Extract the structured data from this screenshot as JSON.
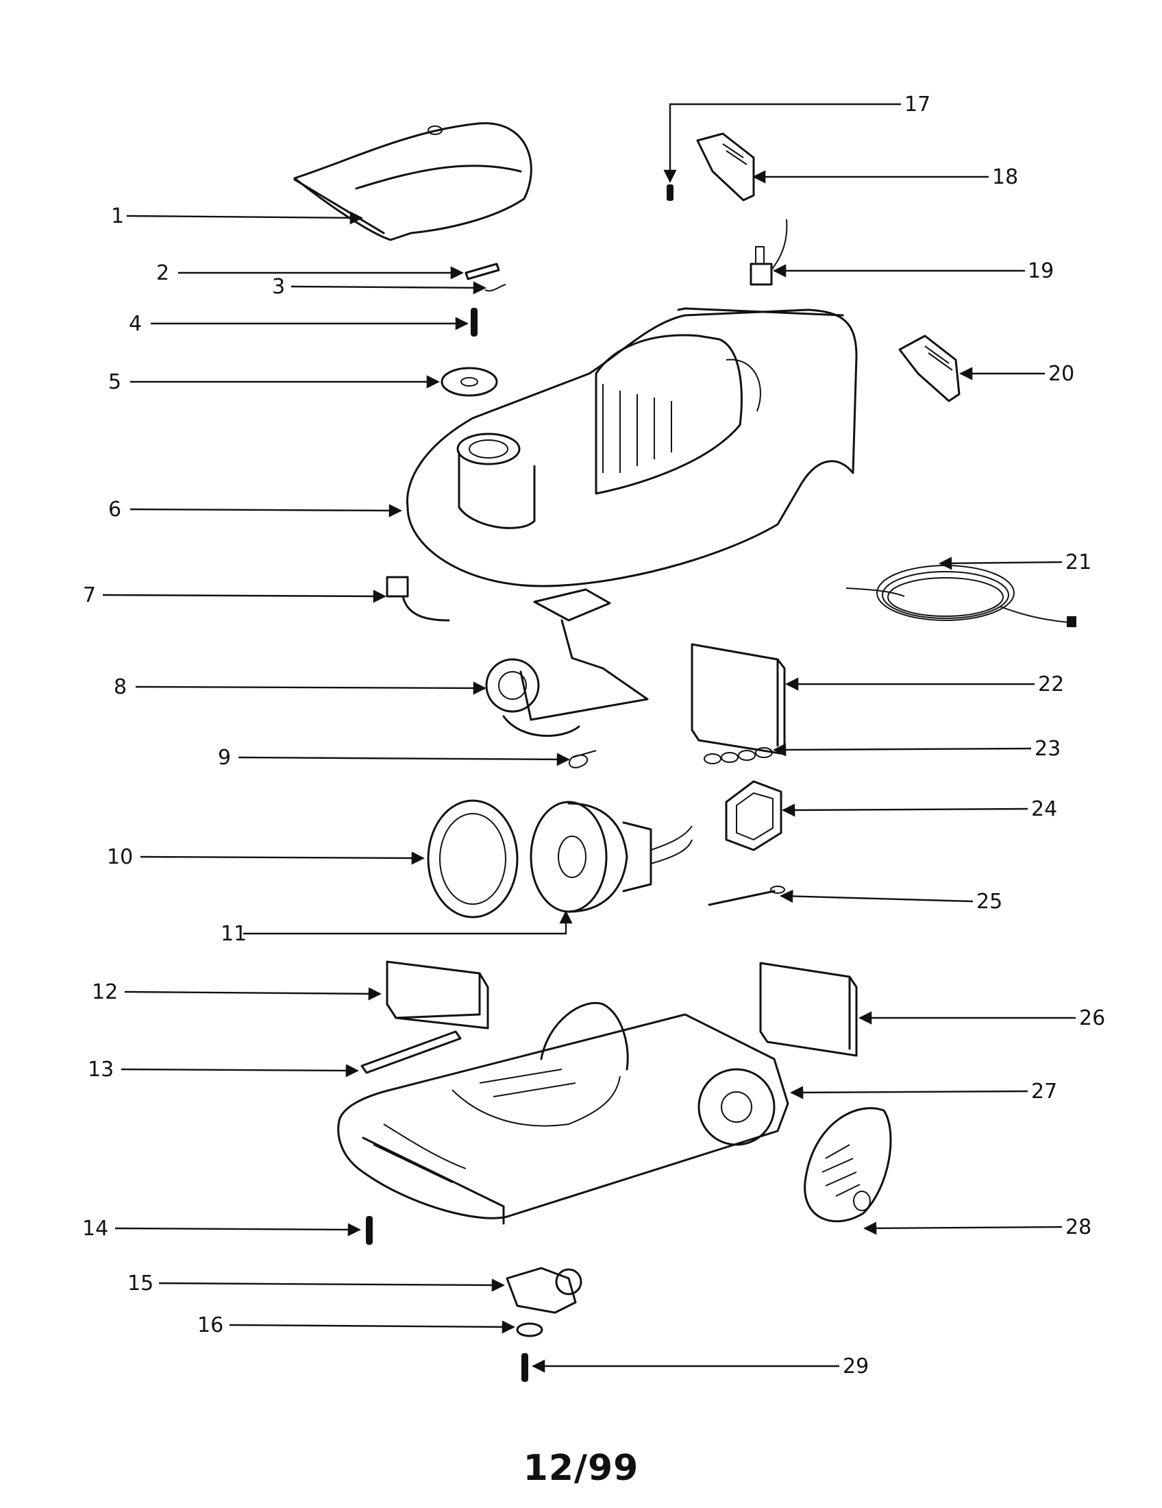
{
  "callouts": [
    "1",
    "2",
    "3",
    "4",
    "5",
    "6",
    "7",
    "8",
    "9",
    "10",
    "11",
    "12",
    "13",
    "14",
    "15",
    "16",
    "17",
    "18",
    "19",
    "20",
    "21",
    "22",
    "23",
    "24",
    "25",
    "26",
    "27",
    "28",
    "29"
  ],
  "footer": {
    "date": "12/99"
  },
  "colors": {
    "ink": "#111111",
    "background": "#ffffff"
  }
}
